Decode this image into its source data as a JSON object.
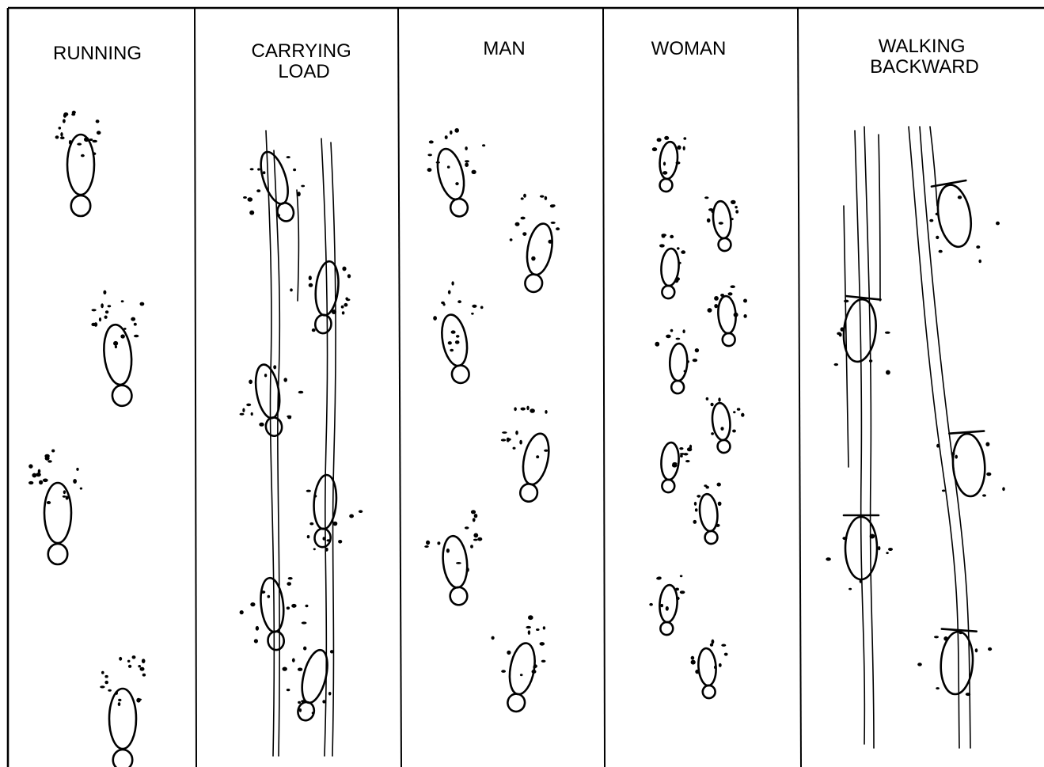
{
  "figure": {
    "panels": [
      {
        "id": "running",
        "title_lines": [
          "RUNNING"
        ]
      },
      {
        "id": "carrying-load",
        "title_lines": [
          "CARRYING",
          "LOAD"
        ]
      },
      {
        "id": "man",
        "title_lines": [
          "MAN"
        ]
      },
      {
        "id": "woman",
        "title_lines": [
          "WOMAN"
        ]
      },
      {
        "id": "walking-backward",
        "title_lines": [
          "WALKING",
          "BACKWARD"
        ]
      }
    ],
    "colors": {
      "ink": "#000000",
      "paper": "#ffffff"
    }
  }
}
